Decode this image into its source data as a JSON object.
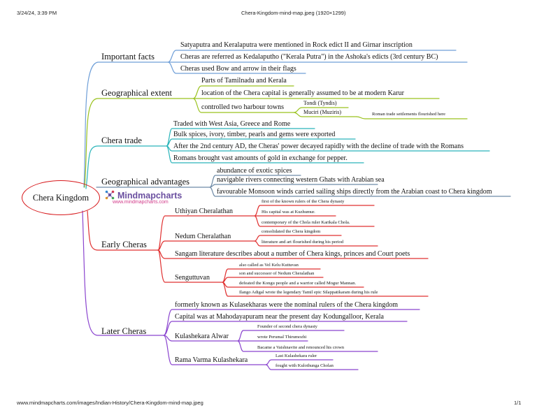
{
  "browser": {
    "timestamp": "3/24/24, 3:39 PM",
    "title": "Chera-Kingdom-mind-map.jpeg (1920×1299)",
    "url": "www.mindmapcharts.com/images/Indian-History/Chera-Kingdom-mind-map.jpeg",
    "page": "1/1"
  },
  "mindmap": {
    "center": "Chera Kingdom",
    "logo": {
      "name": "Mindmapcharts",
      "url": "www.mindmapcharts.com"
    },
    "colors": {
      "facts": "#6f9fd8",
      "geo_extent": "#9ac21e",
      "trade": "#2bb5ba",
      "geo_adv": "#6e8aa6",
      "early": "#e03131",
      "later": "#8b45cf"
    },
    "important_facts": {
      "title": "Important facts",
      "items": [
        "Satyaputra and Keralaputra were mentioned in Rock edict II and Girnar inscription",
        "Cheras are referred as Kedalaputho (\"Kerala Putra\") in the Ashoka's edicts (3rd century BC)",
        "Cheras used Bow and arrow in their flags"
      ]
    },
    "geographical_extent": {
      "title": "Geographical extent",
      "items": [
        "Parts of Tamilnadu and Kerala",
        "location of the Chera capital is generally assumed to be at modern Karur",
        "controlled two harbour towns"
      ],
      "harbours": [
        "Tondi (Tyndis)",
        "Muciri (Muziris)"
      ],
      "muziris_note": "Roman trade settlements flourished here"
    },
    "chera_trade": {
      "title": "Chera trade",
      "items": [
        "Traded with West Asia, Greece and Rome",
        "Bulk spices, ivory, timber, pearls and gems were exported",
        "After the 2nd century AD, the Cheras' power decayed rapidly with the decline of trade with the Romans",
        "Romans brought vast amounts of gold in exchange for pepper."
      ]
    },
    "geographical_advantages": {
      "title": "Geographical advantages",
      "items": [
        "abundance of exotic spices",
        "navigable rivers connecting western Ghats with Arabian sea",
        "favourable Monsoon winds carried sailing ships directly from the Arabian coast to Chera kingdom"
      ]
    },
    "early_cheras": {
      "title": "Early Cheras",
      "uthiyan": {
        "name": "Uthiyan Cheralathan",
        "items": [
          "first of the known rulers of the Chera dynasty",
          "His capital was at Kuzhumur.",
          "contemporary of the Chola ruler Karikala Chola."
        ]
      },
      "nedum": {
        "name": "Nedum Cheralathan",
        "items": [
          "consolidated the Chera kingdom",
          "literature and art flourished during his period"
        ]
      },
      "sangam": "Sangam literature describes about a number of Chera kings, princes and Court poets",
      "senguttuvan": {
        "name": "Senguttuvan",
        "items": [
          "also called as Vel Kelu Kuttuvan",
          "son and successor of Nedum Cheralathan",
          "defeated the Kongu people and a warrior called Mogur Mannan.",
          "Ilango Adigal wrote the legendary Tamil epic Silappatikaram during his rule"
        ]
      }
    },
    "later_cheras": {
      "title": "Later Cheras",
      "items": [
        "formerly known as Kulasekharas were the nominal rulers of the Chera kingdom",
        "Capital was at Mahodayapuram near the present day Kodungalloor, Kerala"
      ],
      "kulashekara": {
        "name": "Kulashekara Alwar",
        "items": [
          "Founder of second chera dynasty",
          "wrote Perumal Thirumozhi",
          "Bacame a Vaishnavite and renounced his crown"
        ]
      },
      "rama": {
        "name": "Rama Varma Kulashekara",
        "items": [
          "Last Kulashekara ruler",
          "fought with Kulothunga Cholan"
        ]
      }
    }
  }
}
